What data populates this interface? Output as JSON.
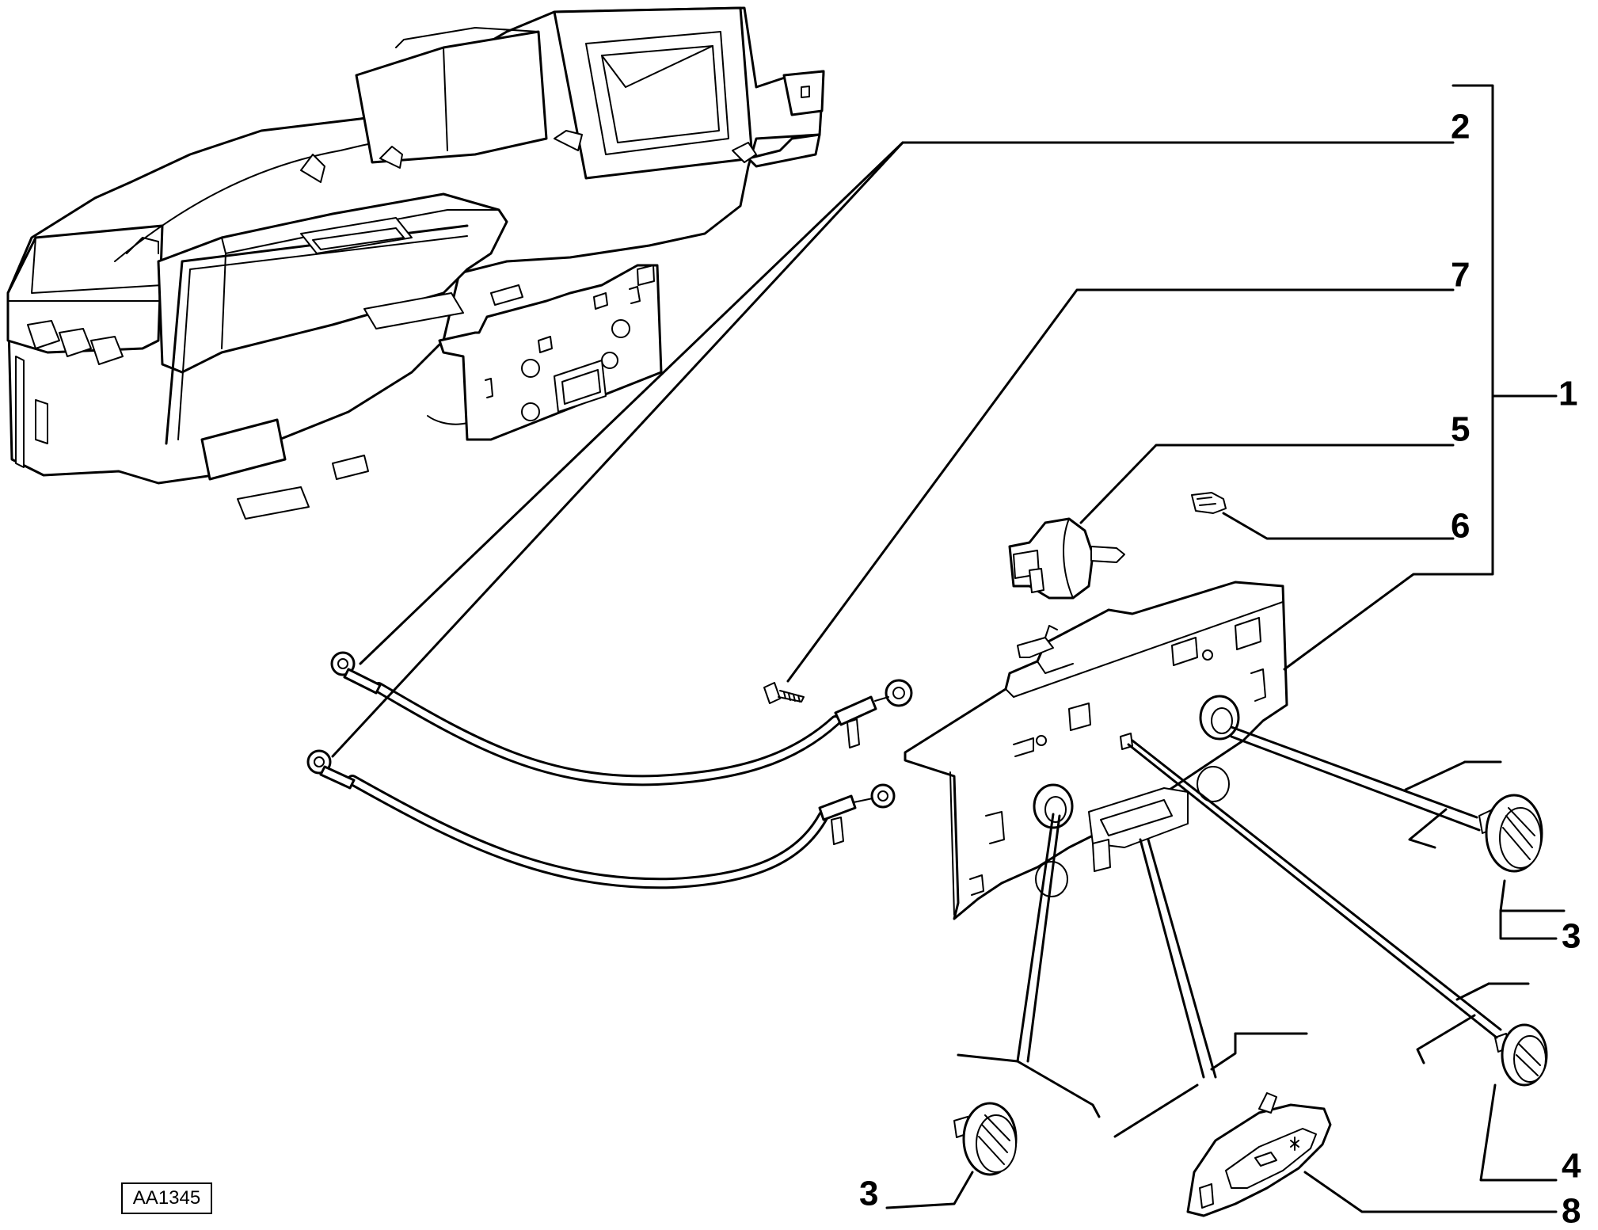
{
  "drawing_code": "AA1345",
  "callouts": [
    {
      "id": "1",
      "text": "1"
    },
    {
      "id": "2",
      "text": "2"
    },
    {
      "id": "3a",
      "text": "3"
    },
    {
      "id": "3b",
      "text": "3"
    },
    {
      "id": "4",
      "text": "4"
    },
    {
      "id": "5",
      "text": "5"
    },
    {
      "id": "6",
      "text": "6"
    },
    {
      "id": "7",
      "text": "7"
    },
    {
      "id": "8",
      "text": "8"
    }
  ]
}
